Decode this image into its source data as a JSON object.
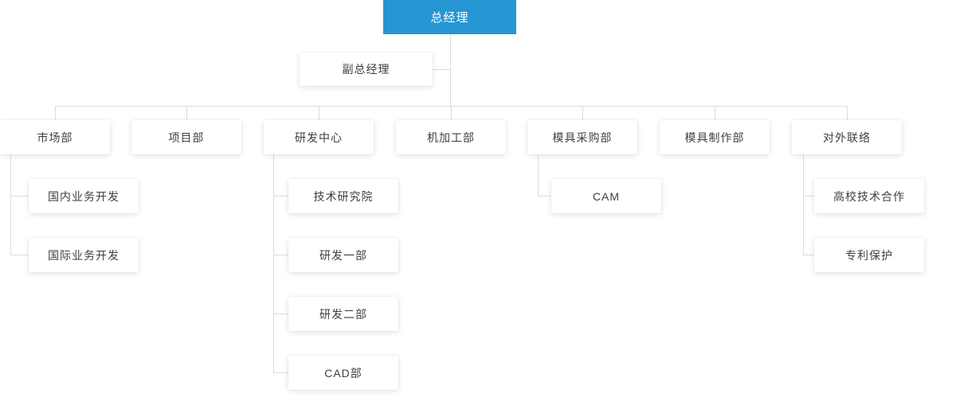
{
  "diagram": {
    "type": "org-chart",
    "title_node": "总经理"
  },
  "colors": {
    "root_bg": "#2596d3",
    "root_text": "#ffffff",
    "node_bg": "#ffffff",
    "node_text": "#3f3f3f",
    "connector": "#dcdcdc"
  },
  "org": {
    "gm": {
      "label": "总经理",
      "parent": null
    },
    "deputy_gm": {
      "label": "副总经理",
      "parent": "gm"
    },
    "marketing": {
      "label": "市场部",
      "parent": "gm"
    },
    "project": {
      "label": "项目部",
      "parent": "gm"
    },
    "rd_center": {
      "label": "研发中心",
      "parent": "gm"
    },
    "machining": {
      "label": "机加工部",
      "parent": "gm"
    },
    "mold_purchasing": {
      "label": "模具采购部",
      "parent": "gm"
    },
    "mold_making": {
      "label": "模具制作部",
      "parent": "gm"
    },
    "external_liaison": {
      "label": "对外联络",
      "parent": "gm"
    },
    "domestic_biz": {
      "label": "国内业务开发",
      "parent": "marketing"
    },
    "intl_biz": {
      "label": "国际业务开发",
      "parent": "marketing"
    },
    "tech_institute": {
      "label": "技术研究院",
      "parent": "rd_center"
    },
    "rd1": {
      "label": "研发一部",
      "parent": "rd_center"
    },
    "rd2": {
      "label": "研发二部",
      "parent": "rd_center"
    },
    "cad": {
      "label": "CAD部",
      "parent": "rd_center"
    },
    "cam": {
      "label": "CAM",
      "parent": "mold_purchasing"
    },
    "university_coop": {
      "label": "高校技术合作",
      "parent": "external_liaison"
    },
    "patent": {
      "label": "专利保护",
      "parent": "external_liaison"
    }
  }
}
